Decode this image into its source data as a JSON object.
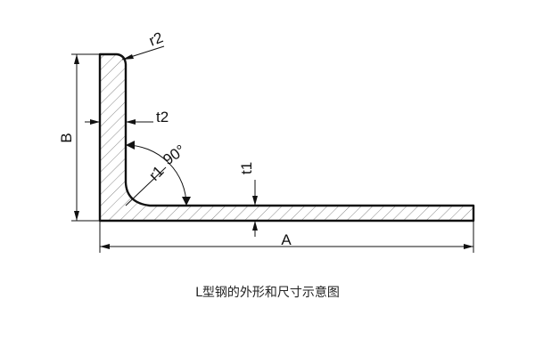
{
  "diagram": {
    "labels": {
      "r2": "r2",
      "t2": "t2",
      "B": "B",
      "angle": "90°",
      "r1": "r1",
      "t1": "t1",
      "A": "A"
    },
    "caption": "L型钢的外形和尺寸示意图",
    "colors": {
      "line": "#111111",
      "hatch": "#8a8a8a",
      "background": "#ffffff"
    }
  }
}
